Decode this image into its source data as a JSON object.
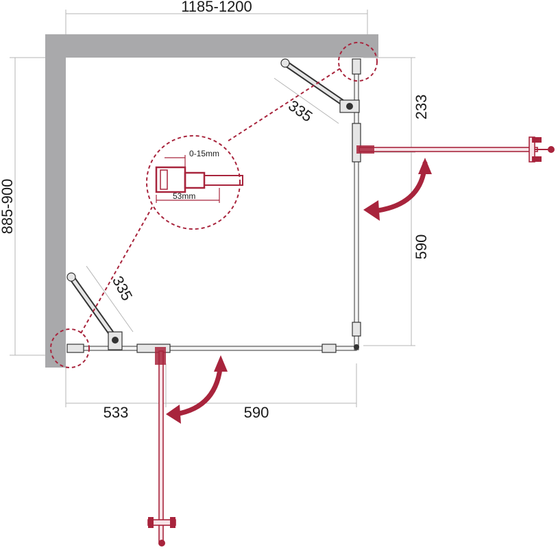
{
  "colors": {
    "wall": "#a9a9ab",
    "accent": "#a8243c",
    "glass_stroke": "#555555",
    "dimension_line": "#b5b5b5"
  },
  "dimensions": {
    "overall_width": "1185-1200",
    "overall_depth": "885-900",
    "bracket_top": "335",
    "bracket_left": "335",
    "right_fixed_panel": "233",
    "right_door": "590",
    "bottom_fixed_panel": "533",
    "bottom_door": "590"
  },
  "detail": {
    "adjustment": "0-15mm",
    "profile_width": "53mm"
  }
}
